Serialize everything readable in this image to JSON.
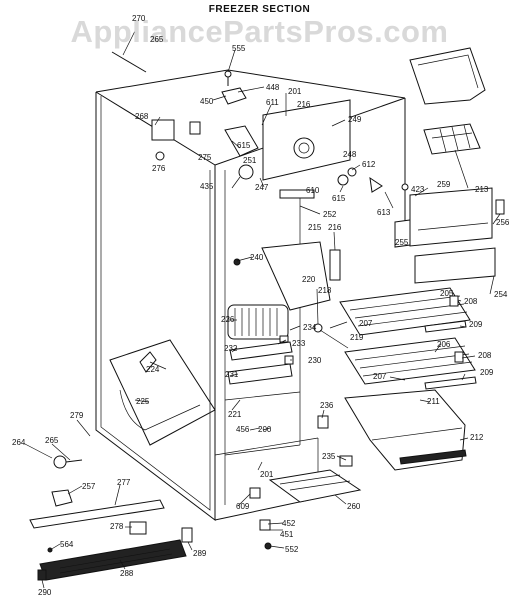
{
  "title": "FREEZER SECTION",
  "watermark": "AppliancePartsPros.com",
  "callouts": [
    {
      "id": "c270",
      "text": "270"
    },
    {
      "id": "c265top",
      "text": "265"
    },
    {
      "id": "c555",
      "text": "555"
    },
    {
      "id": "c448",
      "text": "448"
    },
    {
      "id": "c450",
      "text": "450"
    },
    {
      "id": "c611",
      "text": "611"
    },
    {
      "id": "c201a",
      "text": "201"
    },
    {
      "id": "c216a",
      "text": "216"
    },
    {
      "id": "c249",
      "text": "249"
    },
    {
      "id": "c268",
      "text": "268"
    },
    {
      "id": "c615a",
      "text": "615"
    },
    {
      "id": "c251",
      "text": "251"
    },
    {
      "id": "c248",
      "text": "248"
    },
    {
      "id": "c612",
      "text": "612"
    },
    {
      "id": "c275",
      "text": "275"
    },
    {
      "id": "c276",
      "text": "276"
    },
    {
      "id": "c435",
      "text": "435"
    },
    {
      "id": "c247",
      "text": "247"
    },
    {
      "id": "c615b",
      "text": "615"
    },
    {
      "id": "c610",
      "text": "610"
    },
    {
      "id": "c423",
      "text": "423"
    },
    {
      "id": "c213",
      "text": "213"
    },
    {
      "id": "c259",
      "text": "259"
    },
    {
      "id": "c256",
      "text": "256"
    },
    {
      "id": "c613",
      "text": "613"
    },
    {
      "id": "c252",
      "text": "252"
    },
    {
      "id": "c215",
      "text": "215"
    },
    {
      "id": "c216b",
      "text": "216"
    },
    {
      "id": "c255",
      "text": "255"
    },
    {
      "id": "c240",
      "text": "240"
    },
    {
      "id": "c220",
      "text": "220"
    },
    {
      "id": "c218",
      "text": "218"
    },
    {
      "id": "c254",
      "text": "254"
    },
    {
      "id": "c205",
      "text": "205"
    },
    {
      "id": "c208a",
      "text": "208"
    },
    {
      "id": "c226",
      "text": "226"
    },
    {
      "id": "c234",
      "text": "234"
    },
    {
      "id": "c207a",
      "text": "207"
    },
    {
      "id": "c209a",
      "text": "209"
    },
    {
      "id": "c233",
      "text": "233"
    },
    {
      "id": "c219",
      "text": "219"
    },
    {
      "id": "c232",
      "text": "232"
    },
    {
      "id": "c206",
      "text": "206"
    },
    {
      "id": "c230",
      "text": "230"
    },
    {
      "id": "c208b",
      "text": "208"
    },
    {
      "id": "c224",
      "text": "224"
    },
    {
      "id": "c231",
      "text": "231"
    },
    {
      "id": "c207b",
      "text": "207"
    },
    {
      "id": "c209b",
      "text": "209"
    },
    {
      "id": "c225",
      "text": "225"
    },
    {
      "id": "c211",
      "text": "211"
    },
    {
      "id": "c221",
      "text": "221"
    },
    {
      "id": "c236",
      "text": "236"
    },
    {
      "id": "c279",
      "text": "279"
    },
    {
      "id": "c456",
      "text": "456"
    },
    {
      "id": "c200",
      "text": "200"
    },
    {
      "id": "c212",
      "text": "212"
    },
    {
      "id": "c264",
      "text": "264"
    },
    {
      "id": "c265",
      "text": "265"
    },
    {
      "id": "c235",
      "text": "235"
    },
    {
      "id": "c201b",
      "text": "201"
    },
    {
      "id": "c257",
      "text": "257"
    },
    {
      "id": "c277",
      "text": "277"
    },
    {
      "id": "c609",
      "text": "609"
    },
    {
      "id": "c260",
      "text": "260"
    },
    {
      "id": "c452",
      "text": "452"
    },
    {
      "id": "c278",
      "text": "278"
    },
    {
      "id": "c451",
      "text": "451"
    },
    {
      "id": "c564",
      "text": "564"
    },
    {
      "id": "c289",
      "text": "289"
    },
    {
      "id": "c552",
      "text": "552"
    },
    {
      "id": "c288",
      "text": "288"
    },
    {
      "id": "c290",
      "text": "290"
    }
  ]
}
